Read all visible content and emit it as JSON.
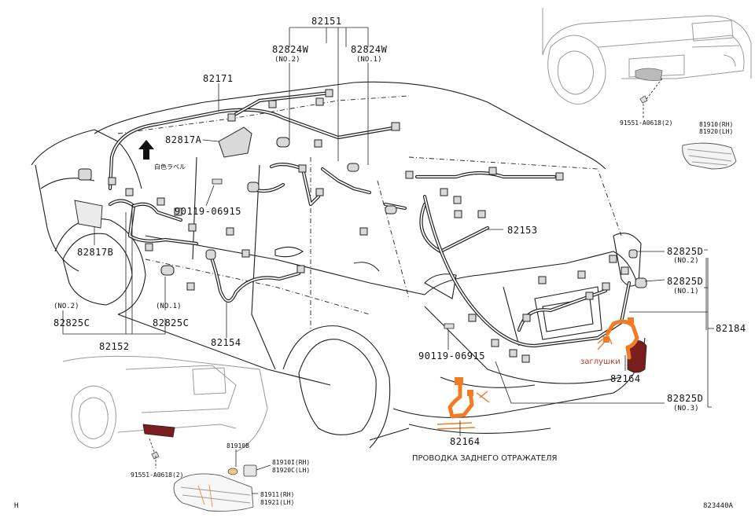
{
  "parts": {
    "p82151": "82151",
    "p82824w_no2": "82824W",
    "p82824w_no2_sub": "(NO.2)",
    "p82824w_no1": "82824W",
    "p82824w_no1_sub": "(NO.1)",
    "p82171": "82171",
    "p82817a": "82817A",
    "p82817b": "82817B",
    "p90119_top": "90119-06915",
    "p82153": "82153",
    "p82825d_no2": "82825D",
    "p82825d_no2_sub": "(NO.2)",
    "p82825d_no1": "82825D",
    "p82825d_no1_sub": "(NO.1)",
    "p82184": "82184",
    "p82825c_no2_sub": "(NO.2)",
    "p82825c_no2": "82825C",
    "p82825c_no1_sub": "(NO.1)",
    "p82825c_no1": "82825C",
    "p82152": "82152",
    "p82154": "82154",
    "p90119_bottom": "90119-06915",
    "p82164_right": "82164",
    "p82825d_no3": "82825D",
    "p82825d_no3_sub": "(NO.3)",
    "p82164_bottom": "82164",
    "p91551_top": "91551-A0618(2)",
    "p81910_rh": "81910(RH)",
    "p81920_lh": "81920(LH)",
    "p91551_bottom": "91551-A0618(2)",
    "p81910b": "81910B",
    "p81910i": "81910I(RH)",
    "p81920c": "81920C(LH)",
    "p81911": "81911(RH)",
    "p81921": "81921(LH)",
    "jp_label": "白色ラベル"
  },
  "annotations": {
    "plugs": "заглушки",
    "reflector_wiring": "ПРОВОДКА ЗАДНЕГО ОТРАЖАТЕЛЯ"
  },
  "corner": {
    "left": "H",
    "right": "823440A"
  },
  "colors": {
    "highlight": "#f07c26",
    "annotation_red": "#c0392b",
    "reflector": "#7a1d1d"
  }
}
